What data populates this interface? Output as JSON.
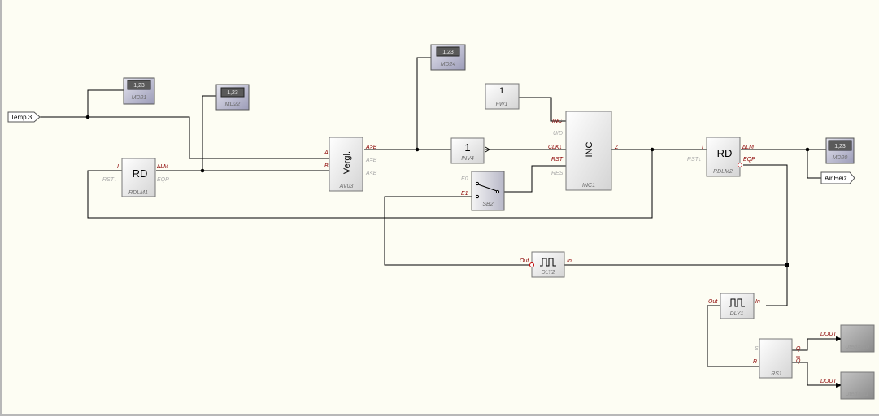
{
  "connectors": {
    "temp_in": "Temp 3",
    "out_air": "Air.Heiz"
  },
  "displays": {
    "md21": {
      "value": "1,23",
      "name": "MD21"
    },
    "md22": {
      "value": "1,23",
      "name": "MD22"
    },
    "md24": {
      "value": "1,23",
      "name": "MD24"
    },
    "md20": {
      "value": "1,23",
      "name": "MD20"
    }
  },
  "blocks": {
    "fw1": {
      "value": "1",
      "name": "FW1"
    },
    "rdlm1": {
      "label": "RD",
      "name": "RDLM1",
      "port_i": "I",
      "port_lm": "∆LM",
      "port_rst": "RST↓",
      "port_eq": "EQP"
    },
    "av03": {
      "label": "Vergl.",
      "name": "AV03",
      "port_a": "A",
      "port_b": "B",
      "port_agt": "A>B",
      "port_aeq": "A=B",
      "port_alt": "A<B"
    },
    "inv4": {
      "label": "1",
      "name": "INV4"
    },
    "inc1": {
      "label": "INC",
      "name": "INC1",
      "port_inc": "INC",
      "port_ud": "U/D",
      "port_clk": "CLK↓",
      "port_rst": "RST",
      "port_res": "RES",
      "port_z": "Z"
    },
    "sb2": {
      "name": "SB2",
      "port_e0": "E0",
      "port_e1": "E1"
    },
    "rdlm2": {
      "label": "RD",
      "name": "RDLM2",
      "port_i": "I",
      "port_lm": "∆LM",
      "port_rst": "RST↓",
      "port_eq": "EQP"
    },
    "dly2": {
      "name": "DLY2",
      "port_out": "Out",
      "port_in": "In"
    },
    "dly1": {
      "name": "DLY1",
      "port_out": "Out",
      "port_in": "In"
    },
    "rs1": {
      "name": "RS1",
      "port_s": "S",
      "port_r": "R",
      "port_q": "Q",
      "port_qn": "Q"
    },
    "dout10": {
      "port": "DOUT",
      "name": "UtedX-10"
    },
    "dout11": {
      "port": "DOUT",
      "name": "UtedX-11"
    }
  }
}
